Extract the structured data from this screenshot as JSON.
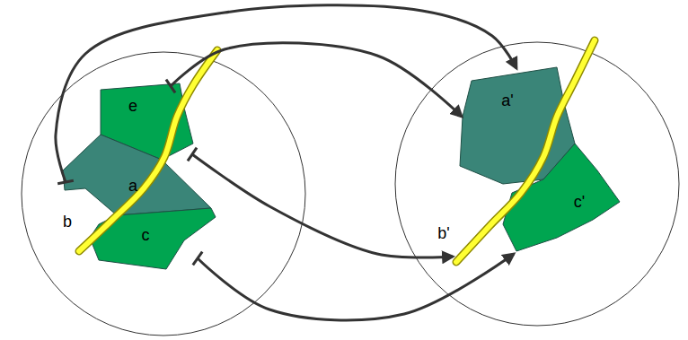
{
  "diagram": {
    "nodes": [
      {
        "text": [
          "e"
        ]
      },
      {
        "text": [
          "a"
        ]
      },
      {
        "text": [
          "b"
        ]
      },
      {
        "text": [
          "c"
        ]
      },
      {
        "text": [
          "a'"
        ]
      },
      {
        "text": [
          "b'"
        ]
      },
      {
        "text": [
          "c'"
        ]
      }
    ],
    "edges": [
      {
        "from": 1,
        "to": 4,
        "arrow": "to"
      },
      {
        "from": 0,
        "to": 4,
        "arrow": "to"
      },
      {
        "from": 2,
        "to": 5,
        "arrow": "to"
      },
      {
        "from": 3,
        "to": 6,
        "arrow": "to"
      }
    ]
  }
}
